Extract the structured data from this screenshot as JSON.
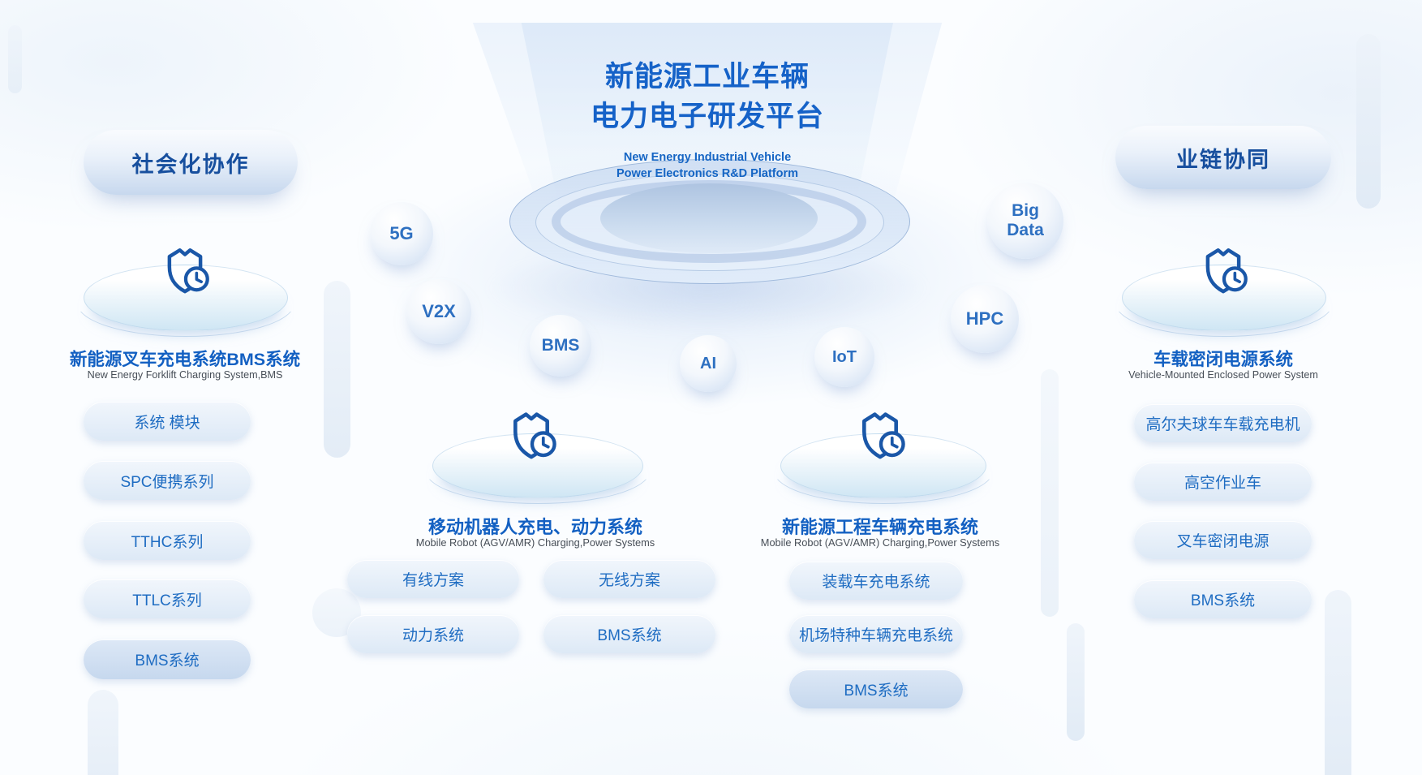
{
  "platform": {
    "title_line1": "新能源工业车辆",
    "title_line2": "电力电子研发平台",
    "subtitle_line1": "New Energy Industrial Vehicle",
    "subtitle_line2": "Power Electronics R&D Platform"
  },
  "bubbles": [
    {
      "label": "5G"
    },
    {
      "label": "V2X"
    },
    {
      "label": "BMS"
    },
    {
      "label": "AI"
    },
    {
      "label": "IoT"
    },
    {
      "label": "HPC"
    },
    {
      "label": "Big Data"
    }
  ],
  "left_panel": {
    "header": "社会化协作",
    "title": "新能源叉车充电系统BMS系统",
    "subtitle": "New Energy Forklift Charging System,BMS",
    "items": [
      "系统 模块",
      "SPC便携系列",
      "TTHC系列",
      "TTLC系列",
      "BMS系统"
    ]
  },
  "center_left": {
    "title": "移动机器人充电、动力系统",
    "subtitle": "Mobile Robot (AGV/AMR) Charging,Power Systems",
    "items": [
      "有线方案",
      "无线方案",
      "动力系统",
      "BMS系统"
    ]
  },
  "center_right": {
    "title": "新能源工程车辆充电系统",
    "subtitle": "Mobile Robot (AGV/AMR) Charging,Power Systems",
    "items": [
      "装载车充电系统",
      "机场特种车辆充电系统",
      "BMS系统"
    ]
  },
  "right_panel": {
    "header": "业链协同",
    "title": "车载密闭电源系统",
    "subtitle": "Vehicle-Mounted Enclosed Power System",
    "items": [
      "高尔夫球车车载充电机",
      "高空作业车",
      "叉车密闭电源",
      "BMS系统"
    ]
  },
  "icons": {
    "shield_clock": "shield-clock-icon"
  },
  "colors": {
    "title_blue": "#1562c8",
    "header_navy": "#174f9e",
    "pill_text_blue": "#1e6cc2",
    "icon_blue": "#1a57a8",
    "subtitle_gray": "#474e57",
    "bubble_text_blue": "#2e70c1"
  }
}
